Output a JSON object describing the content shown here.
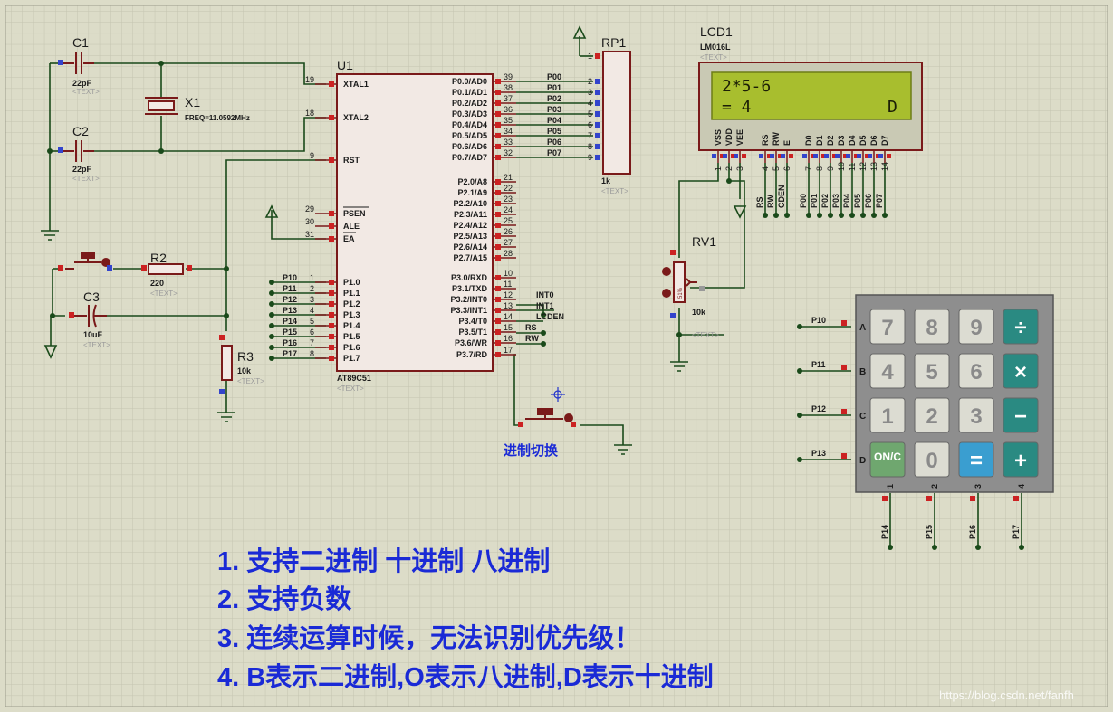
{
  "colors": {
    "background": "#dcdcc8",
    "grid": "#c4c4b0",
    "wire": "#1a4a1a",
    "component": "#7a1a1a",
    "chip_fill": "#f2e9e4",
    "lcd_screen": "#a8be2e",
    "lcd_body": "#c9c9b4",
    "keypad_body": "#8e8e8e",
    "key_gray": "#dcdcd2",
    "key_teal": "#2a8a82",
    "key_on": "#6fa76f",
    "key_equals": "#3a9ed0",
    "note_text": "#1a2ad6",
    "text_placeholder": "#9a9a9a"
  },
  "components": {
    "c1": {
      "ref": "C1",
      "value": "22pF",
      "text": "<TEXT>"
    },
    "c2": {
      "ref": "C2",
      "value": "22pF",
      "text": "<TEXT>"
    },
    "c3": {
      "ref": "C3",
      "value": "10uF",
      "text": "<TEXT>"
    },
    "x1": {
      "ref": "X1",
      "value": "FREQ=11.0592MHz"
    },
    "r2": {
      "ref": "R2",
      "value": "220",
      "text": "<TEXT>"
    },
    "r3": {
      "ref": "R3",
      "value": "10k",
      "text": "<TEXT>"
    },
    "u1": {
      "ref": "U1",
      "part": "AT89C51",
      "text": "<TEXT>"
    },
    "rp1": {
      "ref": "RP1",
      "value": "1k",
      "text": "<TEXT>"
    },
    "rv1": {
      "ref": "RV1",
      "value": "10k",
      "text": "<TEXT>",
      "dial": "51%"
    },
    "lcd1": {
      "ref": "LCD1",
      "part": "LM016L",
      "text": "<TEXT>"
    },
    "switch_label": "进制切换"
  },
  "u1_pins": {
    "left": [
      {
        "num": "19",
        "name": "XTAL1"
      },
      {
        "num": "18",
        "name": "XTAL2"
      },
      {
        "num": "9",
        "name": "RST"
      },
      {
        "num": "29",
        "name": "PSEN"
      },
      {
        "num": "30",
        "name": "ALE"
      },
      {
        "num": "31",
        "name": "EA"
      },
      {
        "num": "1",
        "name": "P1.0",
        "net": "P10"
      },
      {
        "num": "2",
        "name": "P1.1",
        "net": "P11"
      },
      {
        "num": "3",
        "name": "P1.2",
        "net": "P12"
      },
      {
        "num": "4",
        "name": "P1.3",
        "net": "P13"
      },
      {
        "num": "5",
        "name": "P1.4",
        "net": "P14"
      },
      {
        "num": "6",
        "name": "P1.5",
        "net": "P15"
      },
      {
        "num": "7",
        "name": "P1.6",
        "net": "P16"
      },
      {
        "num": "8",
        "name": "P1.7",
        "net": "P17"
      }
    ],
    "right": [
      {
        "num": "39",
        "name": "P0.0/AD0",
        "net": "P00"
      },
      {
        "num": "38",
        "name": "P0.1/AD1",
        "net": "P01"
      },
      {
        "num": "37",
        "name": "P0.2/AD2",
        "net": "P02"
      },
      {
        "num": "36",
        "name": "P0.3/AD3",
        "net": "P03"
      },
      {
        "num": "35",
        "name": "P0.4/AD4",
        "net": "P04"
      },
      {
        "num": "34",
        "name": "P0.5/AD5",
        "net": "P05"
      },
      {
        "num": "33",
        "name": "P0.6/AD6",
        "net": "P06"
      },
      {
        "num": "32",
        "name": "P0.7/AD7",
        "net": "P07"
      },
      {
        "num": "21",
        "name": "P2.0/A8"
      },
      {
        "num": "22",
        "name": "P2.1/A9"
      },
      {
        "num": "23",
        "name": "P2.2/A10"
      },
      {
        "num": "24",
        "name": "P2.3/A11"
      },
      {
        "num": "25",
        "name": "P2.4/A12"
      },
      {
        "num": "26",
        "name": "P2.5/A13"
      },
      {
        "num": "27",
        "name": "P2.6/A14"
      },
      {
        "num": "28",
        "name": "P2.7/A15"
      },
      {
        "num": "10",
        "name": "P3.0/RXD"
      },
      {
        "num": "11",
        "name": "P3.1/TXD"
      },
      {
        "num": "12",
        "name": "P3.2/INT0",
        "net": "INT0"
      },
      {
        "num": "13",
        "name": "P3.3/INT1",
        "net": "INT1"
      },
      {
        "num": "14",
        "name": "P3.4/T0",
        "net": "LCDEN"
      },
      {
        "num": "15",
        "name": "P3.5/T1",
        "net": "RS"
      },
      {
        "num": "16",
        "name": "P3.6/WR",
        "net": "RW"
      },
      {
        "num": "17",
        "name": "P3.7/RD"
      }
    ]
  },
  "rp1_pins": [
    "1",
    "2",
    "3",
    "4",
    "5",
    "6",
    "7",
    "8",
    "9"
  ],
  "lcd": {
    "line1": "2*5-6",
    "line2": "= 4",
    "mode": "D",
    "pin_names": [
      "VSS",
      "VDD",
      "VEE",
      "RS",
      "RW",
      "E",
      "D0",
      "D1",
      "D2",
      "D3",
      "D4",
      "D5",
      "D6",
      "D7"
    ],
    "pin_nums": [
      "1",
      "2",
      "3",
      "4",
      "5",
      "6",
      "7",
      "8",
      "9",
      "10",
      "11",
      "12",
      "13",
      "14"
    ],
    "nets": [
      "RS",
      "RW",
      "CDEN",
      "P00",
      "P01",
      "P02",
      "P03",
      "P04",
      "P05",
      "P06",
      "P07"
    ]
  },
  "keypad": {
    "row_nets": [
      "P10",
      "P11",
      "P12",
      "P13"
    ],
    "row_letters": [
      "A",
      "B",
      "C",
      "D"
    ],
    "col_nets": [
      "P14",
      "P15",
      "P16",
      "P17"
    ],
    "col_nums": [
      "1",
      "2",
      "3",
      "4"
    ],
    "keys": [
      [
        "7",
        "8",
        "9",
        "÷"
      ],
      [
        "4",
        "5",
        "6",
        "×"
      ],
      [
        "1",
        "2",
        "3",
        "−"
      ],
      [
        "ON/C",
        "0",
        "=",
        "+"
      ]
    ]
  },
  "notes": [
    "1. 支持二进制 十进制 八进制",
    "2. 支持负数",
    "3. 连续运算时候，无法识别优先级！",
    "4. B表示二进制,O表示八进制,D表示十进制"
  ],
  "watermark": "https://blog.csdn.net/fanfh"
}
